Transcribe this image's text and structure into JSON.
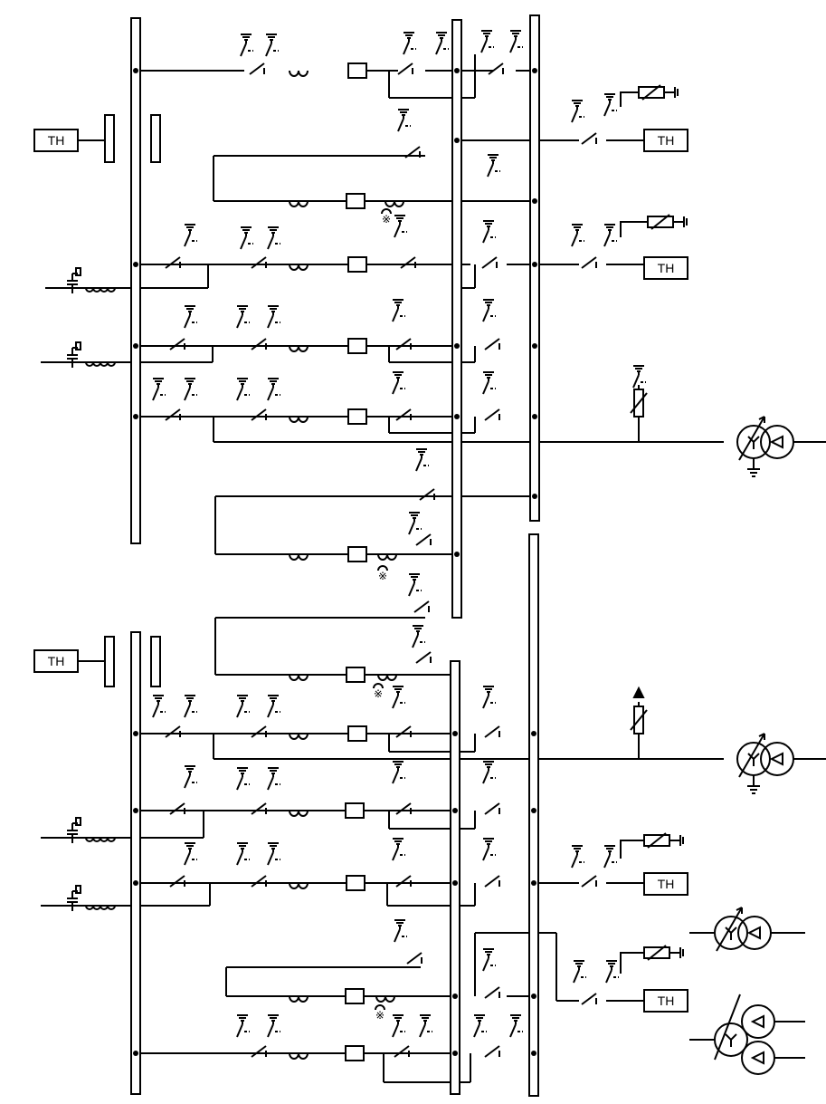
{
  "diagram": {
    "kind": "single-line electrical substation schematic",
    "line_color": "#000000",
    "background": "#ffffff",
    "labels": {
      "th": "TH"
    },
    "th_units": [
      {
        "id": "th-vt-upper-left",
        "label": "TH"
      },
      {
        "id": "th-vt-lower-left",
        "label": "TH"
      },
      {
        "id": "th-right-1",
        "label": "TH"
      },
      {
        "id": "th-right-2",
        "label": "TH"
      },
      {
        "id": "th-right-3",
        "label": "TH"
      },
      {
        "id": "th-right-4",
        "label": "TH"
      }
    ],
    "component_icons": [
      "busbar",
      "disconnector-switch",
      "earthing-switch",
      "circuit-breaker",
      "current-transformer",
      "surge-arrester",
      "power-transformer",
      "capacitor",
      "reactor",
      "ground"
    ]
  }
}
